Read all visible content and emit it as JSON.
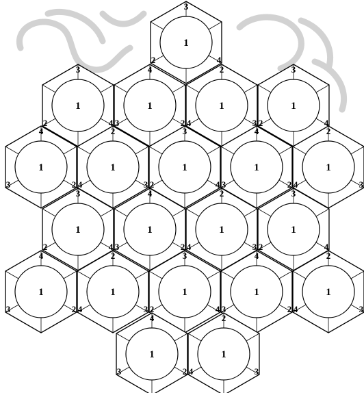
{
  "diagram": {
    "palette": {
      "line": "#000000",
      "watermark": "#d2d2d2",
      "background": "#ffffff"
    },
    "watermark_icon": "royal-seal-emblem",
    "assemblies": [
      {
        "id": "r0c0",
        "row": 0,
        "col": 0,
        "center": "1",
        "top": "3",
        "left": "2",
        "right": "4"
      },
      {
        "id": "r1c0",
        "row": 1,
        "col": 0,
        "center": "1",
        "top": "3",
        "left": "2",
        "right": "4"
      },
      {
        "id": "r1c1",
        "row": 1,
        "col": 1,
        "center": "1",
        "top": "4",
        "left": "3",
        "right": "2"
      },
      {
        "id": "r1c2",
        "row": 1,
        "col": 2,
        "center": "1",
        "top": "2",
        "left": "4",
        "right": "3"
      },
      {
        "id": "r1c3",
        "row": 1,
        "col": 3,
        "center": "1",
        "top": "3",
        "left": "2",
        "right": "4"
      },
      {
        "id": "r2c0",
        "row": 2,
        "col": 0,
        "center": "1",
        "top": "4",
        "left": "3",
        "right": "2"
      },
      {
        "id": "r2c1",
        "row": 2,
        "col": 1,
        "center": "1",
        "top": "2",
        "left": "4",
        "right": "3"
      },
      {
        "id": "r2c2",
        "row": 2,
        "col": 2,
        "center": "1",
        "top": "3",
        "left": "2",
        "right": "4"
      },
      {
        "id": "r2c3",
        "row": 2,
        "col": 3,
        "center": "1",
        "top": "4",
        "left": "3",
        "right": "2"
      },
      {
        "id": "r2c4",
        "row": 2,
        "col": 4,
        "center": "1",
        "top": "2",
        "left": "4",
        "right": "3"
      },
      {
        "id": "r3c0",
        "row": 3,
        "col": 0,
        "center": "1",
        "top": "3",
        "left": "2",
        "right": "4"
      },
      {
        "id": "r3c1",
        "row": 3,
        "col": 1,
        "center": "1",
        "top": "4",
        "left": "3",
        "right": "2"
      },
      {
        "id": "r3c2",
        "row": 3,
        "col": 2,
        "center": "1",
        "top": "2",
        "left": "4",
        "right": "3"
      },
      {
        "id": "r3c3",
        "row": 3,
        "col": 3,
        "center": "1",
        "top": "3",
        "left": "2",
        "right": "4"
      },
      {
        "id": "r4c0",
        "row": 4,
        "col": 0,
        "center": "1",
        "top": "4",
        "left": "3",
        "right": "2"
      },
      {
        "id": "r4c1",
        "row": 4,
        "col": 1,
        "center": "1",
        "top": "2",
        "left": "4",
        "right": "3"
      },
      {
        "id": "r4c2",
        "row": 4,
        "col": 2,
        "center": "1",
        "top": "3",
        "left": "2",
        "right": "4"
      },
      {
        "id": "r4c3",
        "row": 4,
        "col": 3,
        "center": "1",
        "top": "4",
        "left": "3",
        "right": "2"
      },
      {
        "id": "r4c4",
        "row": 4,
        "col": 4,
        "center": "1",
        "top": "2",
        "left": "4",
        "right": "3"
      },
      {
        "id": "r5c0",
        "row": 5,
        "col": 0,
        "center": "1",
        "top": "4",
        "left": "3",
        "right": "2"
      },
      {
        "id": "r5c1",
        "row": 5,
        "col": 1,
        "center": "1",
        "top": "2",
        "left": "4",
        "right": "3"
      }
    ]
  }
}
